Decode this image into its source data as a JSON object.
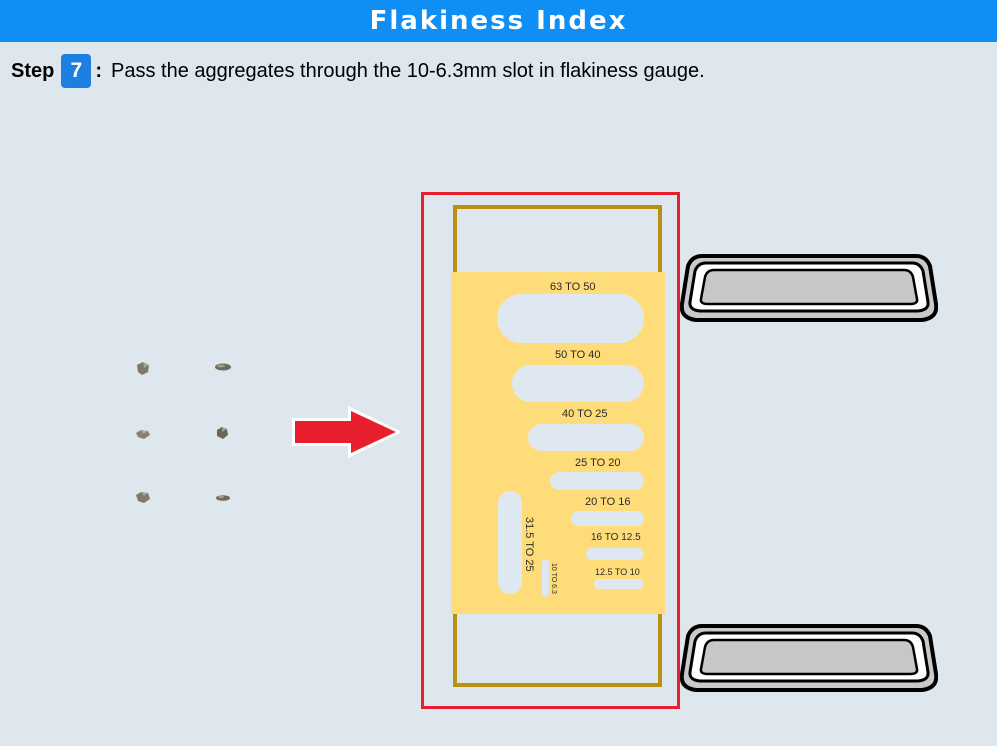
{
  "header": {
    "title": "Flakiness Index"
  },
  "step": {
    "label": "Step",
    "number": "7",
    "separator": ":",
    "instruction": "Pass the aggregates through the 10-6.3mm slot in flakiness gauge."
  },
  "gauge": {
    "slots": [
      {
        "label": "63  TO  50"
      },
      {
        "label": "50  TO  40"
      },
      {
        "label": "40  TO  25"
      },
      {
        "label": "25  TO  20"
      },
      {
        "label": "20  TO  16"
      },
      {
        "label": "16  TO  12.5"
      },
      {
        "label": "12.5  TO  10"
      },
      {
        "label": "31.5  TO  25"
      },
      {
        "label": "10 TO 6.3"
      }
    ]
  },
  "colors": {
    "header_bg": "#0f8ff5",
    "step_badge": "#1d7fe0",
    "highlight_frame": "#e8202e",
    "gauge_plate": "#fedc7a",
    "gauge_frame": "#b89012",
    "arrow": "#e8202e"
  },
  "icons": {
    "arrow": "right-arrow-icon",
    "tray": "tray-icon",
    "aggregate": "aggregate-stone-icon"
  }
}
